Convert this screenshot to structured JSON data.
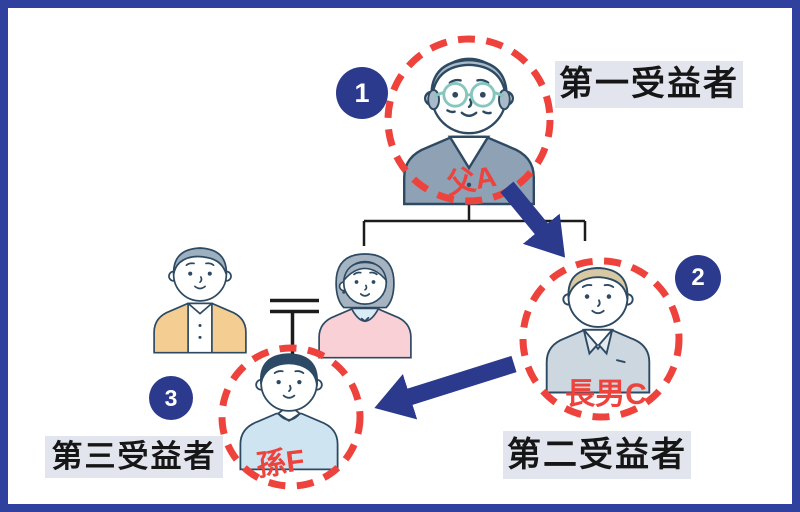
{
  "diagram": {
    "type": "family-trust-succession-diagram",
    "colors": {
      "frame_border": "#2f409e",
      "accent_navy": "#2b3a8d",
      "accent_red": "#ee433c",
      "label_background": "#e2e5ed",
      "label_text": "#161616",
      "tree_line": "#1c1c1c"
    },
    "beneficiaries": [
      {
        "number": "1",
        "name": "父A",
        "role": "第一受益者",
        "figure": "elderly-father"
      },
      {
        "number": "2",
        "name": "長男C",
        "role": "第二受益者",
        "figure": "eldest-son"
      },
      {
        "number": "3",
        "name": "孫F",
        "role": "第三受益者",
        "figure": "grandson"
      }
    ],
    "other_figures": [
      {
        "figure": "relative-man"
      },
      {
        "figure": "relative-woman"
      }
    ],
    "connections": [
      {
        "from": "父A",
        "to": "長男C",
        "style": "thick-navy-arrow"
      },
      {
        "from": "長男C",
        "to": "孫F",
        "style": "thick-navy-arrow"
      },
      {
        "type": "family-tree",
        "parent": "父A",
        "children": [
          "relative-woman",
          "長男C"
        ]
      },
      {
        "type": "marriage",
        "between": [
          "relative-man",
          "relative-woman"
        ],
        "child": "孫F"
      }
    ]
  }
}
